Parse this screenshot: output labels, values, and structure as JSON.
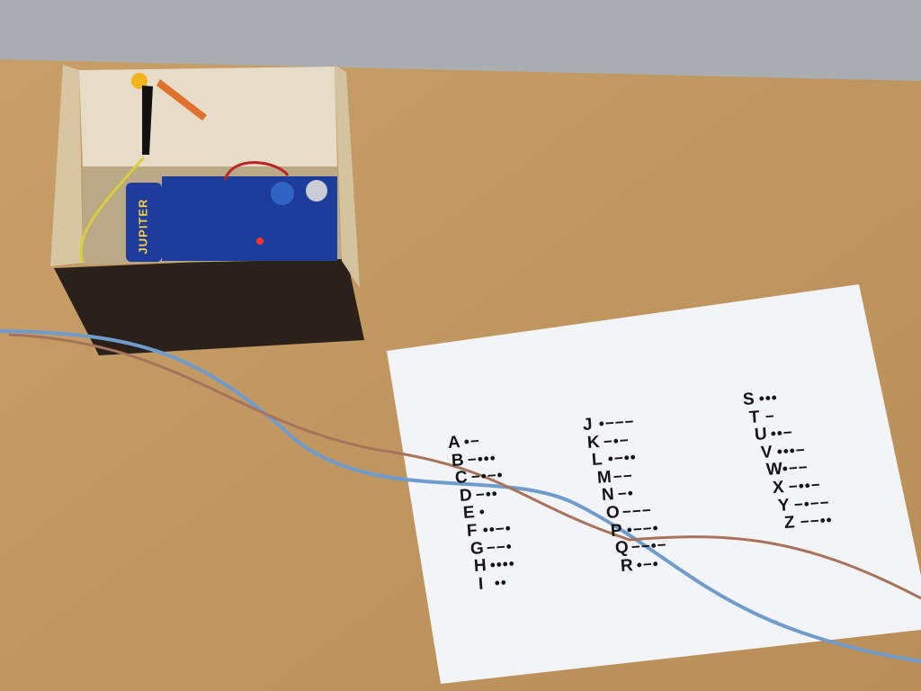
{
  "battery": {
    "label": "JUPITER"
  },
  "morse_chart": {
    "columns": [
      [
        {
          "letter": "A",
          "code": "•−"
        },
        {
          "letter": "B",
          "code": "−•••"
        },
        {
          "letter": "C",
          "code": "−•−•"
        },
        {
          "letter": "D",
          "code": "−••"
        },
        {
          "letter": "E",
          "code": "•"
        },
        {
          "letter": "F",
          "code": "••−•"
        },
        {
          "letter": "G",
          "code": "−−•"
        },
        {
          "letter": "H",
          "code": "••••"
        },
        {
          "letter": "I",
          "code": "••"
        }
      ],
      [
        {
          "letter": "J",
          "code": "•−−−"
        },
        {
          "letter": "K",
          "code": "−•−"
        },
        {
          "letter": "L",
          "code": "•−••"
        },
        {
          "letter": "M",
          "code": "−−"
        },
        {
          "letter": "N",
          "code": "−•"
        },
        {
          "letter": "O",
          "code": "−−−"
        },
        {
          "letter": "P",
          "code": "•−−•"
        },
        {
          "letter": "Q",
          "code": "−−•−"
        },
        {
          "letter": "R",
          "code": "•−•"
        }
      ],
      [
        {
          "letter": "S",
          "code": "•••"
        },
        {
          "letter": "T",
          "code": "−"
        },
        {
          "letter": "U",
          "code": "••−"
        },
        {
          "letter": "V",
          "code": "•••−"
        },
        {
          "letter": "W",
          "code": "•−−"
        },
        {
          "letter": "X",
          "code": "−••−"
        },
        {
          "letter": "Y",
          "code": "−•−−"
        },
        {
          "letter": "Z",
          "code": "−−••"
        }
      ]
    ]
  },
  "colors": {
    "wall": "#a9adb2",
    "desk": "#c49a62",
    "paper": "#f4f6f8",
    "box": "#2b211b",
    "board": "#1c3d9a",
    "wire_blue": "#6f9ccc",
    "wire_brown": "#a7735a",
    "led": "#f3b51c"
  }
}
